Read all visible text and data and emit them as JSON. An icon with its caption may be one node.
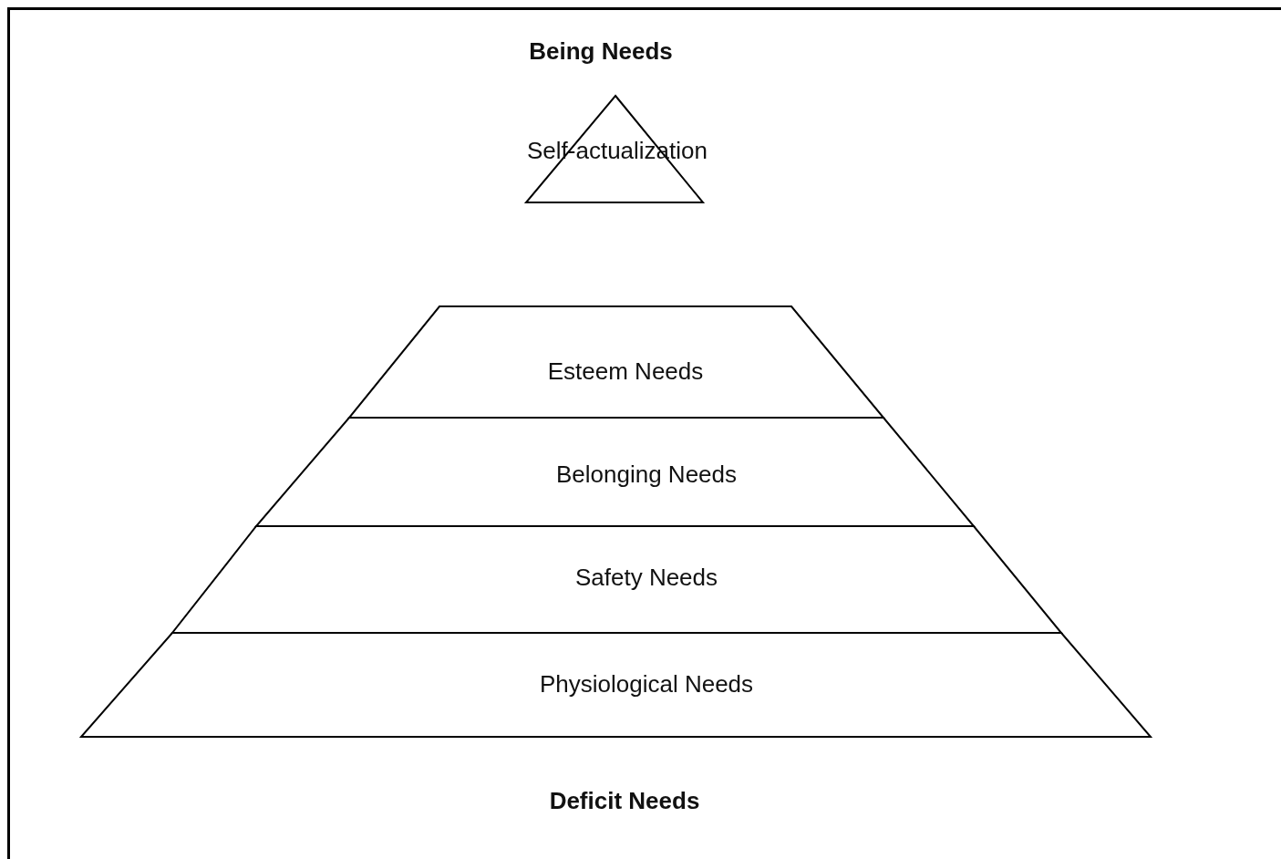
{
  "diagram": {
    "nodes": [
      {
        "text": [
          "Self-actualization"
        ]
      },
      {
        "text": [
          "Esteem Needs"
        ]
      },
      {
        "text": [
          "Belonging Needs"
        ]
      },
      {
        "text": [
          "Safety Needs"
        ]
      },
      {
        "text": [
          "Physiological Needs"
        ]
      }
    ],
    "labels": [
      "Being Needs",
      "Deficit Needs"
    ]
  }
}
